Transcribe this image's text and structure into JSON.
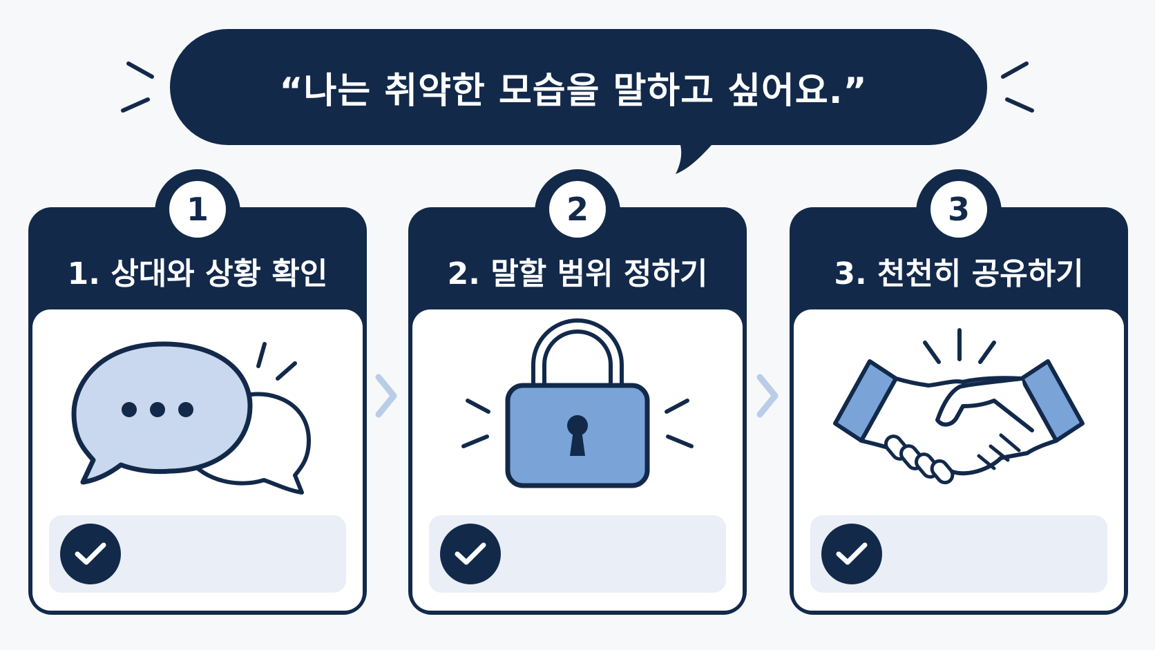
{
  "header": {
    "quote": "“나는 취약한 모습을 말하고 싶어요.”"
  },
  "steps": [
    {
      "number": "1",
      "title": "1. 상대와 상황 확인",
      "icon": "speech-bubbles-icon"
    },
    {
      "number": "2",
      "title": "2. 말할 범위 정하기",
      "icon": "padlock-icon"
    },
    {
      "number": "3",
      "title": "3. 천천히 공유하기",
      "icon": "handshake-icon"
    }
  ],
  "colors": {
    "navy": "#12294a",
    "accent_blue": "#7aa3d8",
    "light_blue": "#c9d8ee",
    "check_panel": "#e9eef7",
    "connector": "#b9cde8",
    "background": "#f7f8fa"
  }
}
